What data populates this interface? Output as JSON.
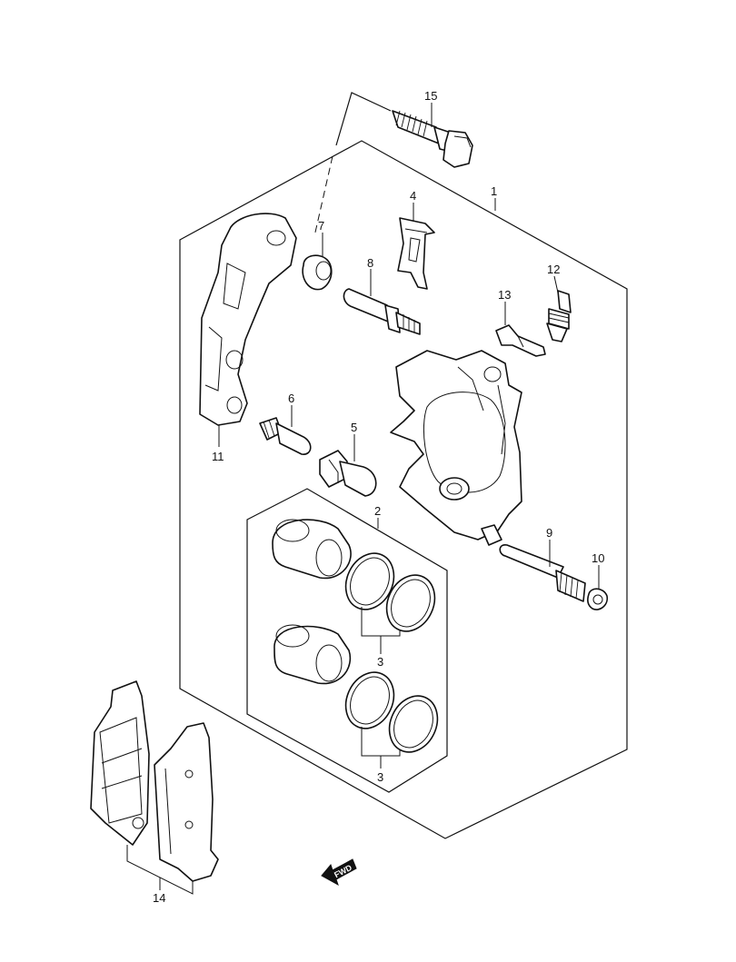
{
  "callouts": {
    "c1": "1",
    "c2": "2",
    "c3a": "3",
    "c3b": "3",
    "c4": "4",
    "c5": "5",
    "c6": "6",
    "c7": "7",
    "c8": "8",
    "c9": "9",
    "c10": "10",
    "c11": "11",
    "c12": "12",
    "c13": "13",
    "c14": "14",
    "c15": "15"
  },
  "fwd_label": "FWD",
  "colors": {
    "ink": "#111111",
    "paper": "#ffffff"
  }
}
